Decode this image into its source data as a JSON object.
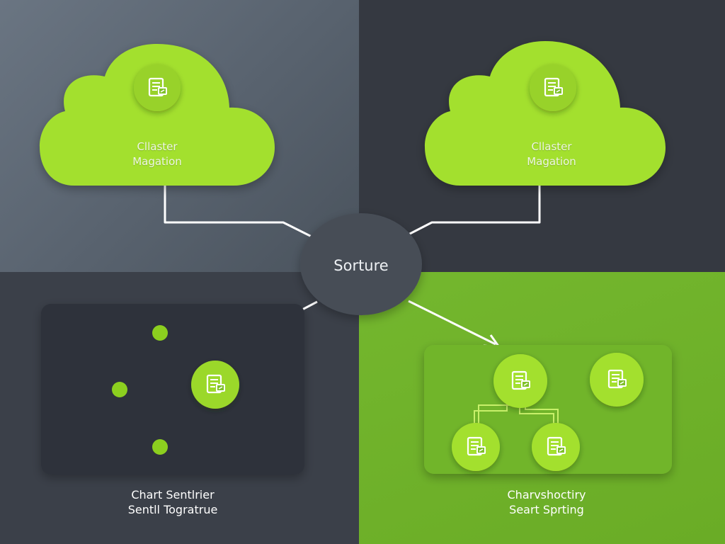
{
  "clouds": [
    {
      "line1": "Cllaster",
      "line2": "Magation"
    },
    {
      "line1": "Cllaster",
      "line2": "Magation"
    }
  ],
  "hub": {
    "label": "Sorture"
  },
  "panels": {
    "left": {
      "line1": "Chart Sentlrier",
      "line2": "Sentll Togratrue"
    },
    "right": {
      "line1": "Charvshoctiry",
      "line2": "Seart Sprting"
    }
  },
  "colors": {
    "lime": "#a3e02d",
    "dark_panel": "#2d313a",
    "hub": "#474d57",
    "connector": "#ffffff",
    "green_panel": "#71b52b",
    "tree_lines": "#c8f06a"
  },
  "icons": [
    "document-chart-icon",
    "document-chart-icon",
    "document-chart-icon",
    "document-chart-icon",
    "document-chart-icon",
    "document-chart-icon",
    "document-chart-icon"
  ]
}
